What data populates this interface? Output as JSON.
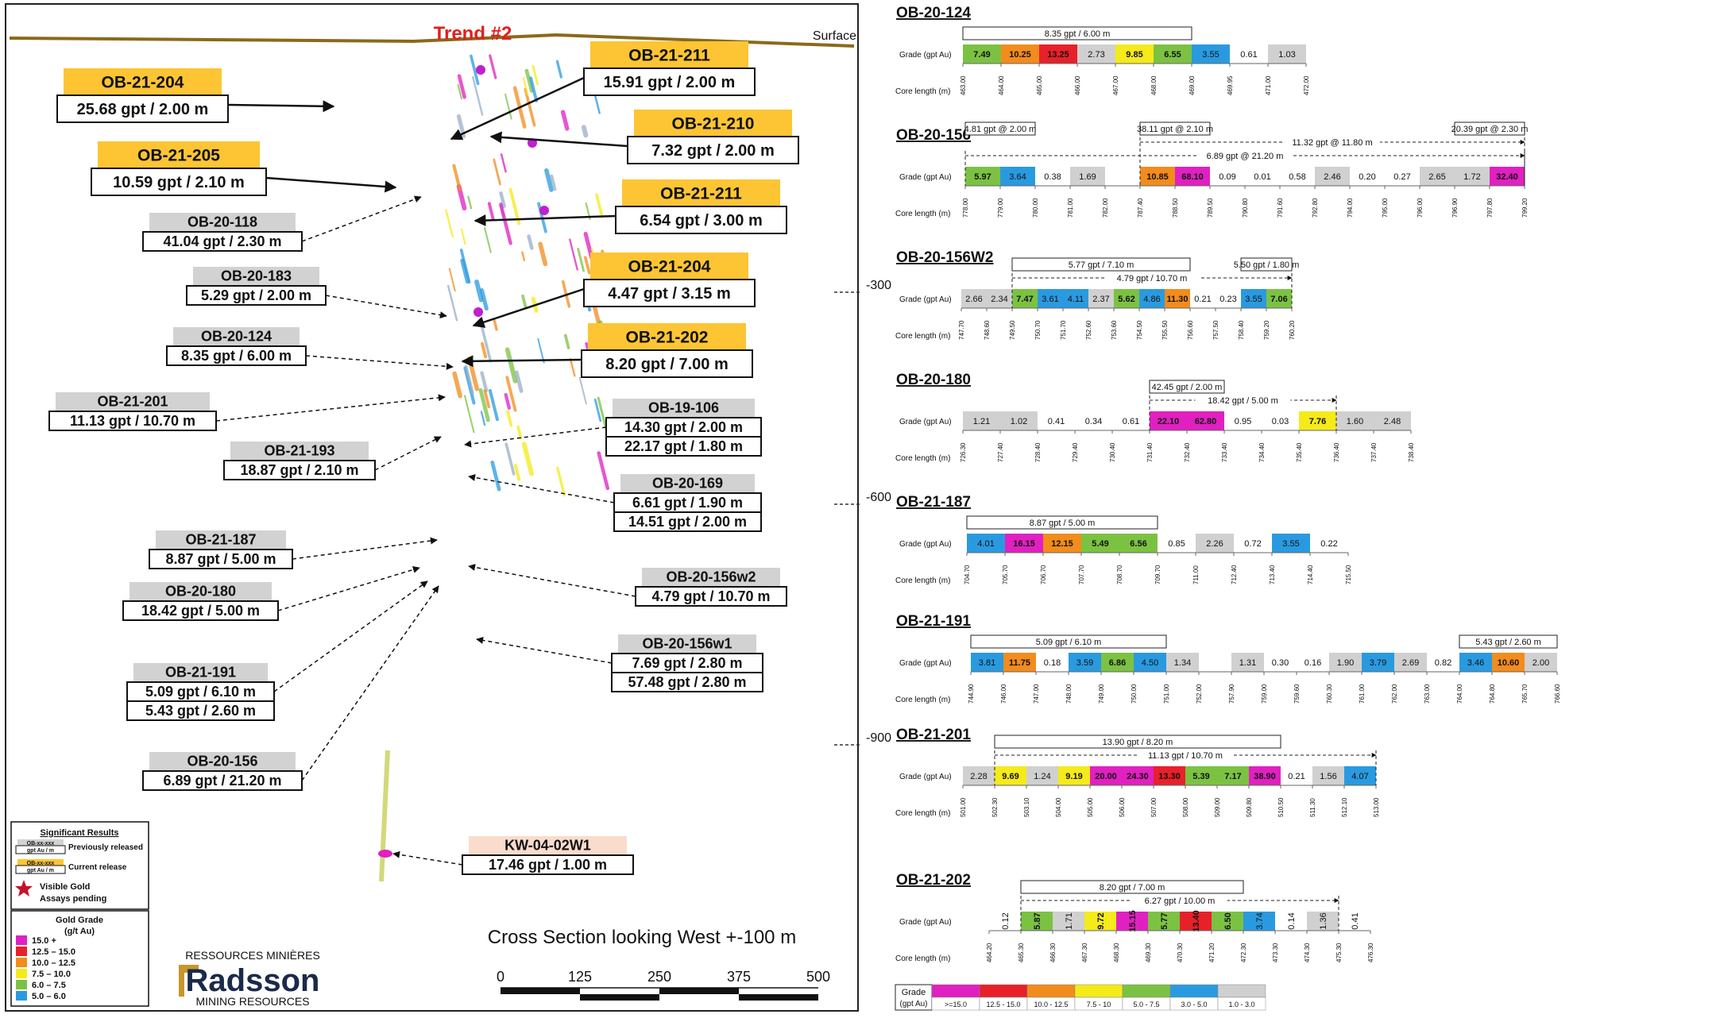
{
  "section": {
    "trend_title": "Trend #2",
    "surface_label": "Surface",
    "depth_labels": [
      "-300",
      "-600",
      "-900"
    ],
    "subtitle": "Cross Section looking West +-100 m",
    "scale_labels": [
      "0",
      "125",
      "250",
      "375",
      "500"
    ],
    "legend": {
      "title": "Significant Results",
      "sample_id": "OB-xx-xxx",
      "sample_value": "gpt Au / m",
      "prev_label": "Previously released",
      "curr_label": "Current release",
      "visible_gold": "Visible Gold",
      "assays_pending": "Assays pending",
      "grade_title": "Gold Grade",
      "grade_unit": "(g/t Au)",
      "grade_bins": [
        {
          "label": "15.0 +",
          "color": "#e020c0"
        },
        {
          "label": "12.5 – 15.0",
          "color": "#e8202a"
        },
        {
          "label": "10.0 – 12.5",
          "color": "#f28c1c"
        },
        {
          "label": "7.5 – 10.0",
          "color": "#f5ea1a"
        },
        {
          "label": "6.0 – 7.5",
          "color": "#7cc242"
        },
        {
          "label": "5.0 – 6.0",
          "color": "#2a9ae0"
        }
      ]
    },
    "logo": {
      "top": "RESSOURCES MINIÈRES",
      "name": "Radsson",
      "bottom": "MINING RESOURCES"
    },
    "callouts": [
      {
        "id": "OB-21-204",
        "lines": [
          "25.68 gpt / 2.00 m"
        ],
        "type": "current"
      },
      {
        "id": "OB-21-205",
        "lines": [
          "10.59 gpt / 2.10 m"
        ],
        "type": "current"
      },
      {
        "id": "OB-20-118",
        "lines": [
          "41.04 gpt / 2.30 m"
        ],
        "type": "previous"
      },
      {
        "id": "OB-20-183",
        "lines": [
          "5.29 gpt / 2.00 m"
        ],
        "type": "previous"
      },
      {
        "id": "OB-20-124",
        "lines": [
          "8.35 gpt / 6.00 m"
        ],
        "type": "previous"
      },
      {
        "id": "OB-21-201",
        "lines": [
          "11.13 gpt / 10.70 m"
        ],
        "type": "previous"
      },
      {
        "id": "OB-21-193",
        "lines": [
          "18.87 gpt / 2.10 m"
        ],
        "type": "previous"
      },
      {
        "id": "OB-21-187",
        "lines": [
          "8.87 gpt / 5.00 m"
        ],
        "type": "previous"
      },
      {
        "id": "OB-20-180",
        "lines": [
          "18.42 gpt / 5.00 m"
        ],
        "type": "previous"
      },
      {
        "id": "OB-21-191",
        "lines": [
          "5.09 gpt / 6.10 m",
          "5.43 gpt / 2.60 m"
        ],
        "type": "previous"
      },
      {
        "id": "OB-20-156",
        "lines": [
          "6.89 gpt / 21.20 m"
        ],
        "type": "previous"
      },
      {
        "id": "OB-21-211",
        "lines": [
          "15.91 gpt / 2.00 m"
        ],
        "type": "current"
      },
      {
        "id": "OB-21-210",
        "lines": [
          "7.32 gpt / 2.00 m"
        ],
        "type": "current"
      },
      {
        "id": "OB-21-211",
        "lines": [
          "6.54 gpt / 3.00 m"
        ],
        "type": "current"
      },
      {
        "id": "OB-21-204",
        "lines": [
          "4.47 gpt / 3.15 m"
        ],
        "type": "current"
      },
      {
        "id": "OB-21-202",
        "lines": [
          "8.20 gpt / 7.00 m"
        ],
        "type": "current"
      },
      {
        "id": "OB-19-106",
        "lines": [
          "14.30 gpt / 2.00 m",
          "22.17 gpt / 1.80 m"
        ],
        "type": "previous"
      },
      {
        "id": "OB-20-169",
        "lines": [
          "6.61 gpt / 1.90 m",
          "14.51 gpt / 2.00 m"
        ],
        "type": "previous"
      },
      {
        "id": "OB-20-156w2",
        "lines": [
          "4.79 gpt / 10.70 m"
        ],
        "type": "previous"
      },
      {
        "id": "OB-20-156w1",
        "lines": [
          "7.69 gpt / 2.80 m",
          "57.48 gpt / 2.80 m"
        ],
        "type": "previous"
      },
      {
        "id": "KW-04-02W1",
        "lines": [
          "17.46 gpt / 1.00 m"
        ],
        "type": "old"
      }
    ]
  },
  "assays": {
    "grade_row_label": "Grade (gpt Au)",
    "core_row_label": "Core length (m)",
    "holes": [
      {
        "name": "OB-20-124",
        "grades": [
          "7.49",
          "10.25",
          "13.25",
          "2.73",
          "9.85",
          "6.55",
          "3.55",
          "0.61",
          "1.03"
        ],
        "depths": [
          "463.00",
          "464.00",
          "465.00",
          "466.00",
          "467.00",
          "468.00",
          "469.00",
          "469.95",
          "471.00",
          "472.00"
        ],
        "summaries": [
          "8.35 gpt / 6.00 m"
        ]
      },
      {
        "name": "OB-20-156",
        "grades": [
          "5.97",
          "3.64",
          "0.38",
          "1.69",
          "",
          "10.85",
          "68.10",
          "0.09",
          "0.01",
          "0.58",
          "2.46",
          "0.20",
          "0.27",
          "2.65",
          "1.72",
          "32.40"
        ],
        "depths": [
          "778.00",
          "779.00",
          "780.00",
          "781.00",
          "782.00",
          "787.40",
          "788.50",
          "789.50",
          "790.80",
          "791.60",
          "792.80",
          "794.00",
          "795.00",
          "796.00",
          "796.90",
          "797.80",
          "799.20"
        ],
        "summaries": [
          "6.89 gpt @ 21.20 m",
          "11.32 gpt @ 11.80 m",
          "4.81 gpt @ 2.00 m",
          "38.11 gpt @ 2.10 m",
          "20.39 gpt @ 2.30 m"
        ]
      },
      {
        "name": "OB-20-156W2",
        "grades": [
          "2.66",
          "2.34",
          "7.47",
          "3.61",
          "4.11",
          "2.37",
          "5.62",
          "4.86",
          "11.30",
          "0.21",
          "0.23",
          "3.55",
          "7.06"
        ],
        "depths": [
          "747.70",
          "748.60",
          "749.50",
          "750.70",
          "751.70",
          "752.60",
          "753.60",
          "754.50",
          "755.50",
          "756.60",
          "757.50",
          "758.40",
          "759.20",
          "760.20"
        ],
        "summaries": [
          "4.79 gpt / 10.70 m",
          "5.77 gpt / 7.10 m",
          "5.50 gpt / 1.80 m"
        ]
      },
      {
        "name": "OB-20-180",
        "grades": [
          "1.21",
          "1.02",
          "0.41",
          "0.34",
          "0.61",
          "22.10",
          "62.80",
          "0.95",
          "0.03",
          "7.76",
          "1.60",
          "2.48"
        ],
        "depths": [
          "726.30",
          "727.40",
          "728.40",
          "729.40",
          "730.40",
          "731.40",
          "732.40",
          "733.40",
          "734.40",
          "735.40",
          "736.40",
          "737.40",
          "738.40"
        ],
        "summaries": [
          "18.42 gpt / 5.00 m",
          "42.45 gpt / 2.00 m"
        ]
      },
      {
        "name": "OB-21-187",
        "grades": [
          "4.01",
          "16.15",
          "12.15",
          "5.49",
          "6.56",
          "0.85",
          "2.26",
          "0.72",
          "3.55",
          "0.22"
        ],
        "depths": [
          "704.70",
          "705.70",
          "706.70",
          "707.70",
          "708.70",
          "709.70",
          "711.00",
          "712.40",
          "713.40",
          "714.40",
          "715.50"
        ],
        "summaries": [
          "8.87 gpt / 5.00 m"
        ]
      },
      {
        "name": "OB-21-191",
        "grades": [
          "3.81",
          "11.75",
          "0.18",
          "3.59",
          "6.86",
          "4.50",
          "1.34",
          "",
          "1.31",
          "0.30",
          "0.16",
          "1.90",
          "3.79",
          "2.69",
          "0.82",
          "3.46",
          "10.60",
          "2.00"
        ],
        "depths": [
          "744.90",
          "746.00",
          "747.00",
          "748.00",
          "749.00",
          "750.00",
          "751.00",
          "752.00",
          "757.90",
          "759.00",
          "759.60",
          "760.30",
          "761.00",
          "762.00",
          "763.00",
          "764.00",
          "764.80",
          "765.70",
          "766.60"
        ],
        "summaries": [
          "5.09 gpt / 6.10 m",
          "5.43 gpt / 2.60 m"
        ]
      },
      {
        "name": "OB-21-201",
        "grades": [
          "2.28",
          "9.69",
          "1.24",
          "9.19",
          "20.00",
          "24.30",
          "13.30",
          "5.39",
          "7.17",
          "38.90",
          "0.21",
          "1.56",
          "4.07"
        ],
        "depths": [
          "501.00",
          "502.30",
          "503.10",
          "504.00",
          "505.00",
          "506.00",
          "507.00",
          "508.00",
          "509.00",
          "509.80",
          "510.50",
          "511.30",
          "512.10",
          "513.00"
        ],
        "summaries": [
          "11.13 gpt / 10.70 m",
          "13.90 gpt / 8.20 m"
        ]
      },
      {
        "name": "OB-21-202",
        "grades": [
          "0.12",
          "5.87",
          "1.71",
          "9.72",
          "15.15",
          "5.77",
          "13.40",
          "6.50",
          "3.74",
          "0.14",
          "1.36",
          "0.41"
        ],
        "depths": [
          "464.20",
          "465.30",
          "466.30",
          "467.30",
          "468.30",
          "469.30",
          "470.30",
          "471.20",
          "472.30",
          "473.30",
          "474.30",
          "475.30",
          "476.30"
        ],
        "summaries": [
          "6.27 gpt / 10.00 m",
          "8.20 gpt / 7.00 m"
        ]
      }
    ],
    "grade_legend": {
      "title": "Grade",
      "unit": "(gpt Au)",
      "bins": [
        {
          "label": ">=15.0",
          "color": "#e020c0"
        },
        {
          "label": "12.5 - 15.0",
          "color": "#e8202a"
        },
        {
          "label": "10.0 - 12.5",
          "color": "#f28c1c"
        },
        {
          "label": "7.5 - 10",
          "color": "#f5ea1a"
        },
        {
          "label": "5.0 - 7.5",
          "color": "#7cc242"
        },
        {
          "label": "3.0 - 5.0",
          "color": "#2a9ae0"
        },
        {
          "label": "1.0 - 3.0",
          "color": "#d0d0d0"
        }
      ]
    }
  }
}
